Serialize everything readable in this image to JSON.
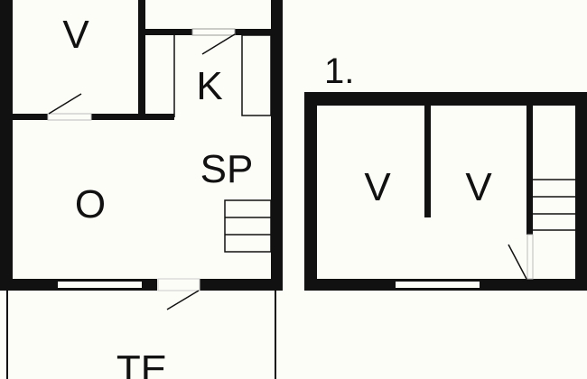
{
  "ground_floor": {
    "rooms": {
      "bedroom": "V",
      "top_room_partial": "",
      "kitchen": "K",
      "cooking_area": "SP",
      "living_room": "O",
      "terrace": "TE"
    }
  },
  "upper_floor": {
    "title": "1.",
    "rooms": {
      "bedroom_left": "V",
      "bedroom_right": "V"
    }
  },
  "colors": {
    "wall": "#111111",
    "background": "#fdfdf8"
  }
}
